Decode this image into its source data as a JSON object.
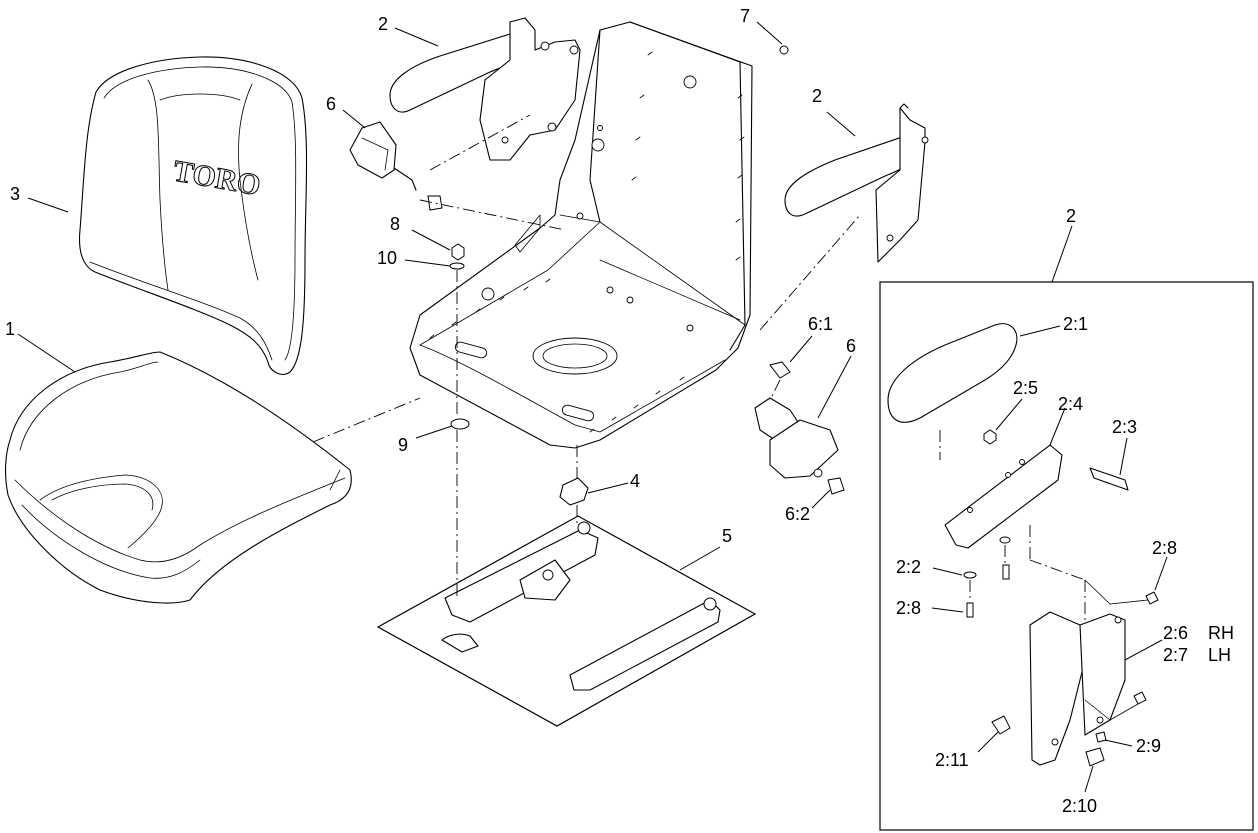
{
  "callouts": {
    "c1": "1",
    "c2a": "2",
    "c2b": "2",
    "c2box": "2",
    "c3": "3",
    "c4": "4",
    "c5": "5",
    "c6a": "6",
    "c6b": "6",
    "c61": "6:1",
    "c62": "6:2",
    "c7": "7",
    "c8": "8",
    "c9": "9",
    "c10": "10",
    "d21": "2:1",
    "d22": "2:2",
    "d23": "2:3",
    "d24": "2:4",
    "d25": "2:5",
    "d26": "2:6",
    "d27": "2:7",
    "d28a": "2:8",
    "d28b": "2:8",
    "d29": "2:9",
    "d210": "2:10",
    "d211": "2:11",
    "rh": "RH",
    "lh": "LH"
  },
  "seat_back_logo": "TORO"
}
